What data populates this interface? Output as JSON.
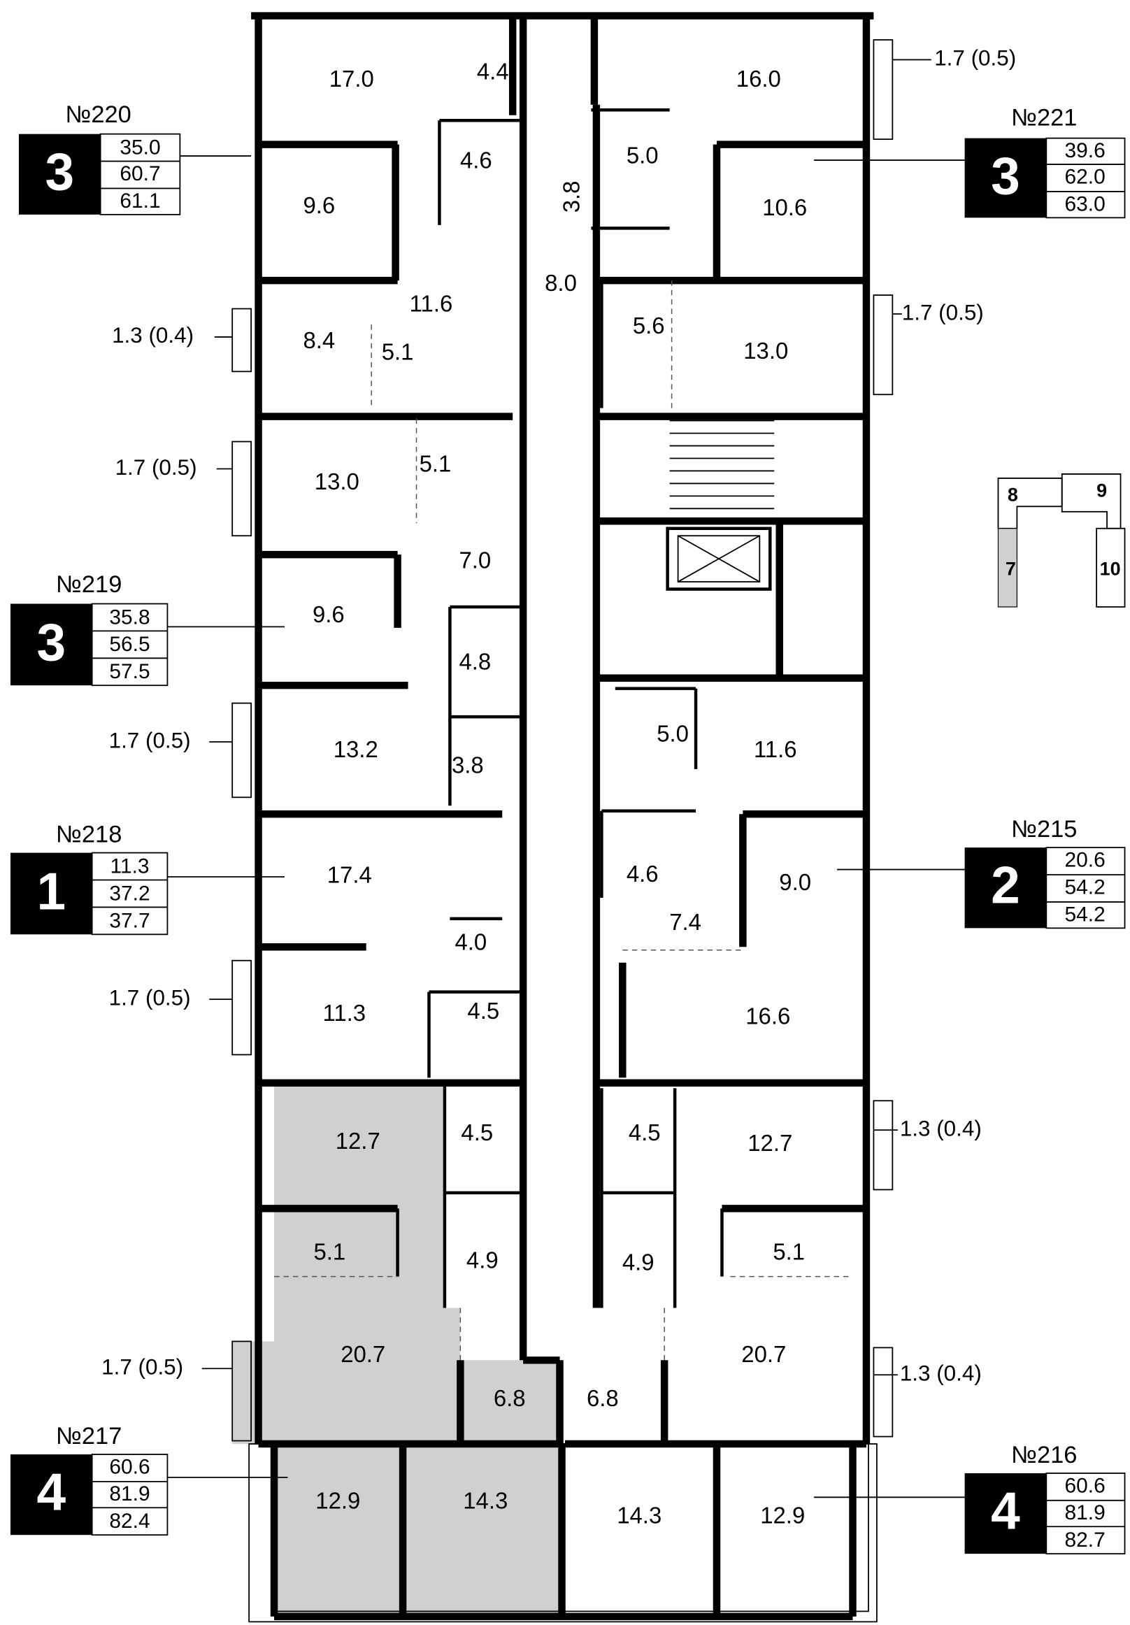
{
  "rooms": [
    "17.0",
    "4.4",
    "16.0",
    "9.6",
    "4.6",
    "3.8",
    "5.0",
    "10.6",
    "11.6",
    "8.0",
    "8.4",
    "5.1",
    "5.6",
    "13.0",
    "13.0",
    "5.1",
    "7.0",
    "9.6",
    "4.8",
    "13.2",
    "3.8",
    "5.0",
    "11.6",
    "17.4",
    "4.6",
    "7.4",
    "9.0",
    "4.0",
    "11.3",
    "4.5",
    "16.6",
    "12.7",
    "4.5",
    "4.5",
    "12.7",
    "5.1",
    "4.9",
    "4.9",
    "5.1",
    "20.7",
    "20.7",
    "6.8",
    "6.8",
    "12.9",
    "14.3",
    "14.3",
    "12.9"
  ],
  "balconies": [
    "1.7 (0.5)",
    "1.3 (0.4)",
    "1.7 (0.5)",
    "1.7 (0.5)",
    "1.7 (0.5)",
    "1.7 (0.5)",
    "1.3 (0.4)",
    "1.7 (0.5)",
    "1.3 (0.4)"
  ],
  "apartments": [
    {
      "number": "№220",
      "rooms": "3",
      "living": "35.0",
      "total": "60.7",
      "total_with_balcony": "61.1"
    },
    {
      "number": "№221",
      "rooms": "3",
      "living": "39.6",
      "total": "62.0",
      "total_with_balcony": "63.0"
    },
    {
      "number": "№219",
      "rooms": "3",
      "living": "35.8",
      "total": "56.5",
      "total_with_balcony": "57.5"
    },
    {
      "number": "№218",
      "rooms": "1",
      "living": "11.3",
      "total": "37.2",
      "total_with_balcony": "37.7"
    },
    {
      "number": "№215",
      "rooms": "2",
      "living": "20.6",
      "total": "54.2",
      "total_with_balcony": "54.2"
    },
    {
      "number": "№217",
      "rooms": "4",
      "living": "60.6",
      "total": "81.9",
      "total_with_balcony": "82.4"
    },
    {
      "number": "№216",
      "rooms": "4",
      "living": "60.6",
      "total": "81.9",
      "total_with_balcony": "82.7"
    }
  ],
  "section_key": {
    "sections": [
      "8",
      "9",
      "7",
      "10"
    ],
    "highlighted": "7",
    "highlight_color": "#d0d0d0"
  },
  "highlighted_apartment": "№217",
  "colors": {
    "highlight": "#d0d0d0",
    "wall": "#000000"
  }
}
